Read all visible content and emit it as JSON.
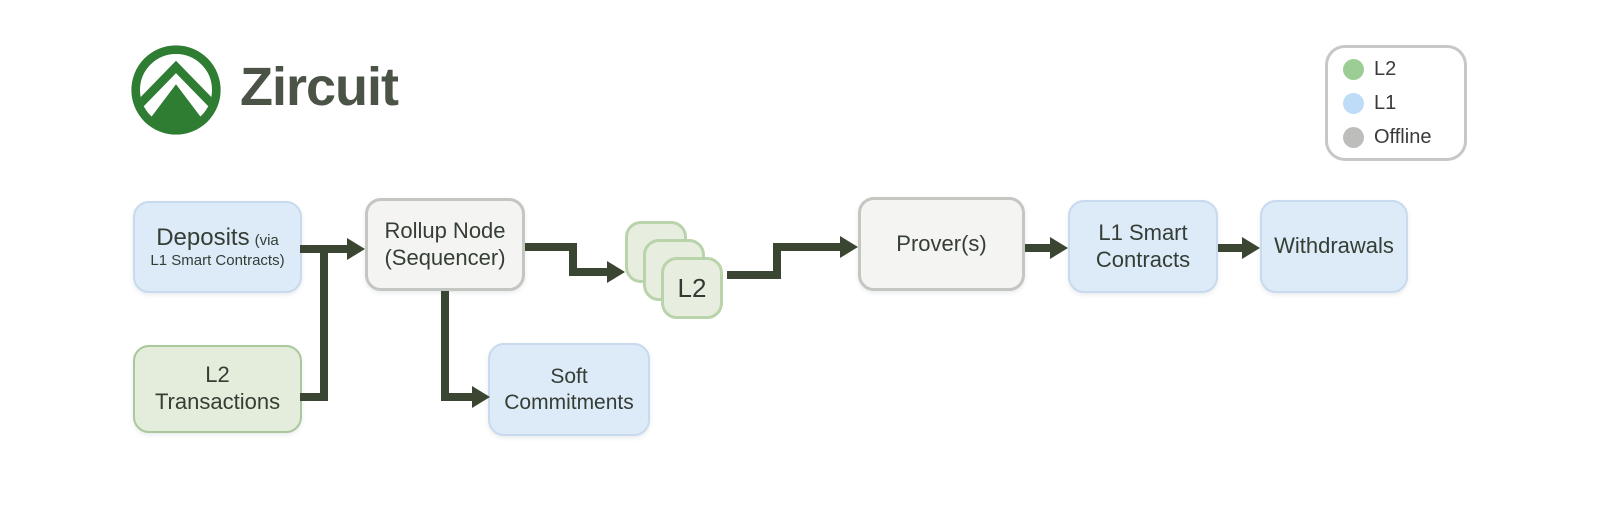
{
  "brand": {
    "name": "Zircuit"
  },
  "legend": {
    "items": [
      {
        "label": "L2",
        "color": "#9ccd94"
      },
      {
        "label": "L1",
        "color": "#bedcf7"
      },
      {
        "label": "Offline",
        "color": "#bdbebc"
      }
    ]
  },
  "nodes": {
    "deposits": {
      "main": "Deposits",
      "note_inline": "(via",
      "note_line2": "L1 Smart Contracts)"
    },
    "l2_transactions": {
      "line1": "L2",
      "line2": "Transactions"
    },
    "rollup_node": {
      "line1": "Rollup Node",
      "line2": "(Sequencer)"
    },
    "soft_commitments": {
      "line1": "Soft",
      "line2": "Commitments"
    },
    "l2_block": {
      "label": "L2"
    },
    "provers": {
      "label": "Prover(s)"
    },
    "l1_smart_contracts": {
      "line1": "L1 Smart",
      "line2": "Contracts"
    },
    "withdrawals": {
      "label": "Withdrawals"
    }
  },
  "palette": {
    "l2_fill": "#e4ecdb",
    "l2_border": "#a9c89b",
    "l1_fill": "#ddeaf8",
    "l1_border": "#c8daed",
    "offline_fill": "#f4f5f2",
    "offline_border": "#c3c6c1",
    "arrow_color": "#3b4632",
    "brand_green": "#2f7c33"
  }
}
